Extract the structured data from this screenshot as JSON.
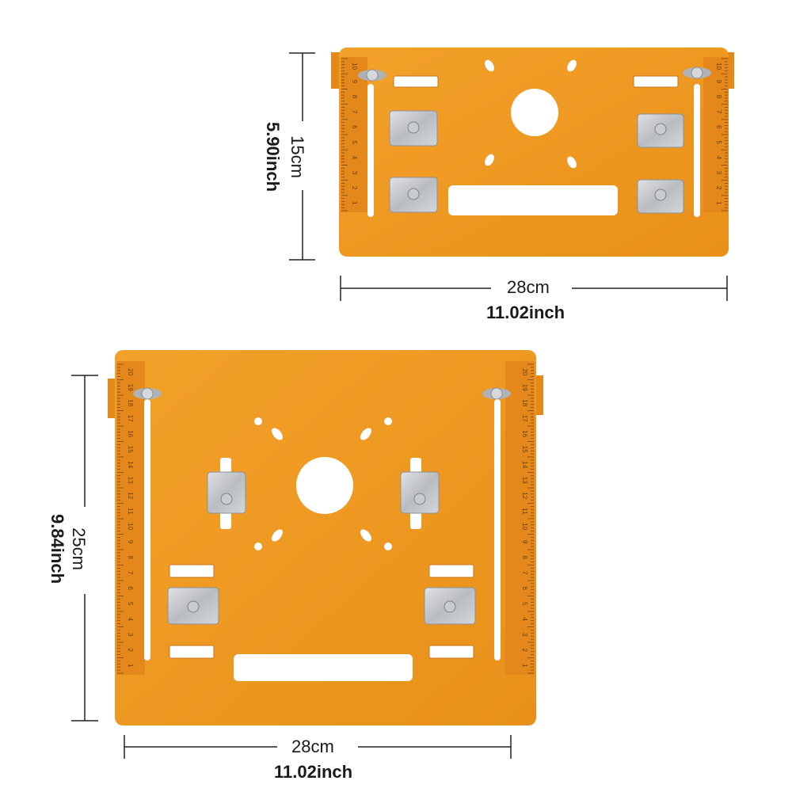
{
  "colors": {
    "plate": "#ef9a1f",
    "plate_edge": "#d9851a",
    "steel": "#c9ccd0",
    "background": "#ffffff",
    "dimension_line": "#222222"
  },
  "top_plate": {
    "width_cm": "28cm",
    "width_inch": "11.02inch",
    "height_cm": "15cm",
    "height_inch": "5.90inch"
  },
  "bottom_plate": {
    "width_cm": "28cm",
    "width_inch": "11.02inch",
    "height_cm": "25cm",
    "height_inch": "9.84inch"
  },
  "ruler_top": [
    "10",
    "9",
    "8",
    "7",
    "6",
    "5",
    "4",
    "3",
    "2",
    "1"
  ],
  "ruler_bottom": [
    "20",
    "19",
    "18",
    "17",
    "16",
    "15",
    "14",
    "13",
    "12",
    "11",
    "10",
    "9",
    "8",
    "7",
    "6",
    "5",
    "4",
    "3",
    "2",
    "1"
  ]
}
